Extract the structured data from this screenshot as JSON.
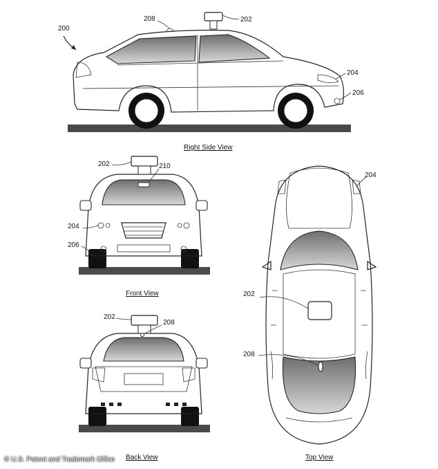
{
  "figure_ref": "200",
  "views": {
    "right_side": {
      "caption": "Right Side View",
      "labels": [
        "208",
        "202",
        "204",
        "206"
      ]
    },
    "front": {
      "caption": "Front View",
      "labels": [
        "202",
        "210",
        "204",
        "206"
      ]
    },
    "back": {
      "caption": "Back View",
      "labels": [
        "202",
        "208"
      ]
    },
    "top": {
      "caption": "Top View",
      "labels": [
        "204",
        "202",
        "208"
      ]
    }
  },
  "credit": "© U.S. Patent and Trademark Office",
  "colors": {
    "ink": "#222222",
    "ground": "#4a4a4a",
    "glass_light": "#d8d8d8",
    "glass_dark": "#6e6e6e"
  },
  "icons": [
    "arrow-icon"
  ]
}
